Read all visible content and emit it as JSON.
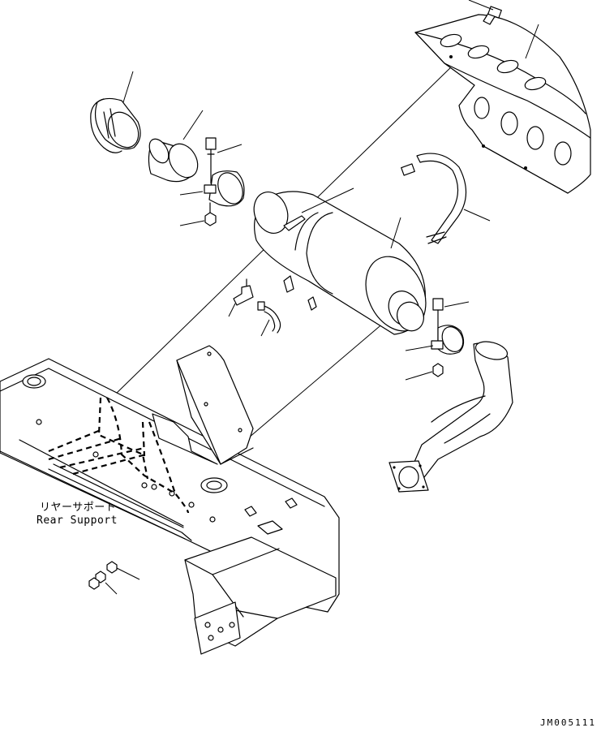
{
  "drawing": {
    "label_japanese": "リヤーサポート",
    "label_english": "Rear Support",
    "drawing_code": "JM005111"
  },
  "parts": [
    {
      "icon": "heat-shield"
    },
    {
      "icon": "shield-bolt"
    },
    {
      "icon": "pipe-clamp-ring"
    },
    {
      "icon": "pipe-sleeve"
    },
    {
      "icon": "muffler"
    },
    {
      "icon": "muffler-band"
    },
    {
      "icon": "tail-pipe"
    },
    {
      "icon": "rear-support-frame"
    },
    {
      "icon": "elbow-fitting"
    },
    {
      "icon": "drain-hose"
    }
  ]
}
